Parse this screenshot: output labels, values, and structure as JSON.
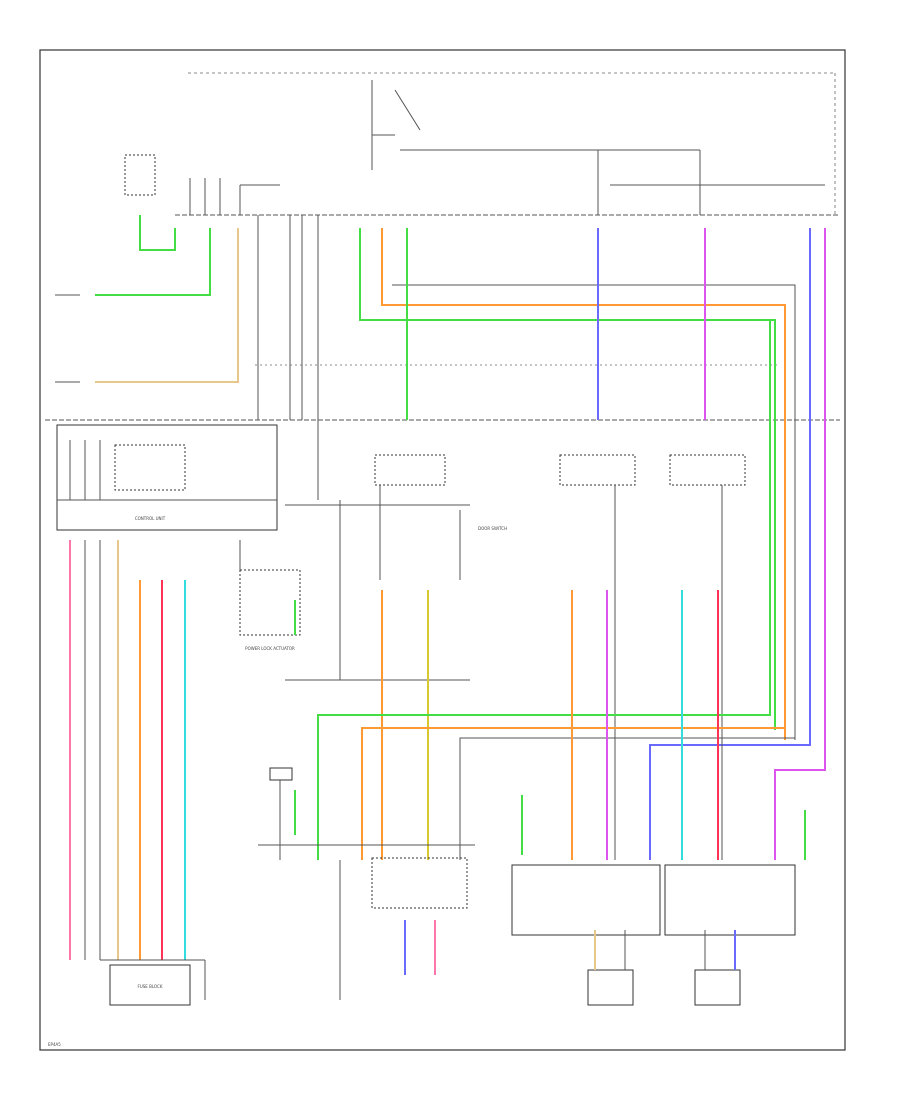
{
  "diagram": {
    "labels": {
      "control_unit": "CONTROL UNIT",
      "fuse_block": "FUSE BLOCK",
      "power_lock_actuator": "POWER LOCK ACTUATOR",
      "door_switch": "DOOR SWITCH"
    },
    "footer_code": "EP4A5"
  },
  "colors": {
    "background": "#ffffff",
    "frame": "#333333",
    "wire_green": "#44dd44",
    "wire_orange": "#ff9933",
    "wire_blue": "#6a6aff",
    "wire_magenta": "#dd55ee",
    "wire_pink": "#ff77aa",
    "wire_red": "#ff3355",
    "wire_cyan": "#33dddd",
    "wire_tan": "#e8c88a",
    "wire_yellow": "#d8c830"
  }
}
